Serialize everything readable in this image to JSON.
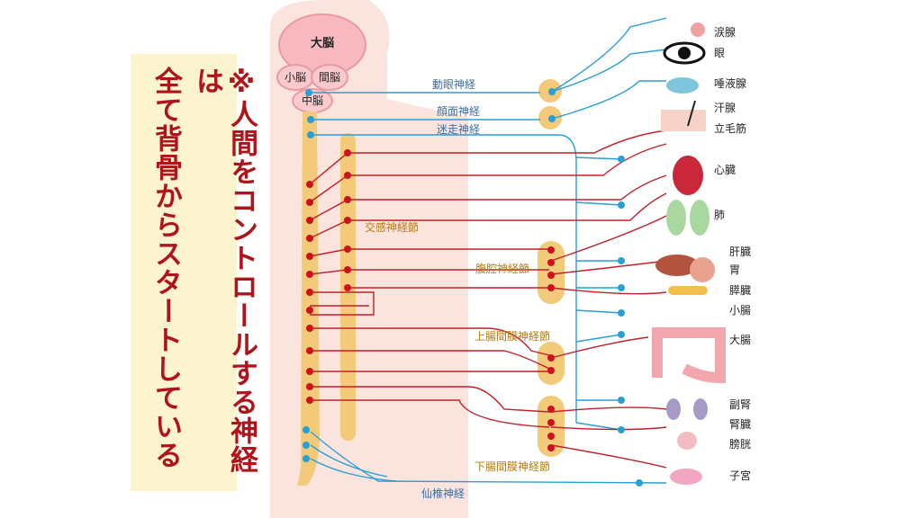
{
  "caption": {
    "line1": "※人間をコントロールする神経は",
    "line2": "全て背骨からスタートしている"
  },
  "brain": {
    "cerebrum": "大脳",
    "cerebellum": "小脳",
    "diencephalon": "間脳",
    "midbrain": "中脳"
  },
  "nerves": {
    "oculomotor": "動眼神経",
    "facial": "顔面神経",
    "vagus": "迷走神経",
    "sacral": "仙椎神経"
  },
  "ganglia": {
    "sympathetic": "交感神経節",
    "celiac": "腹腔神経節",
    "superior_mesenteric": "上腸間膜神経節",
    "inferior_mesenteric": "下腸間膜神経節"
  },
  "organs": {
    "lacrimal": "涙腺",
    "eye": "眼",
    "salivary": "唾液腺",
    "sweat": "汗腺",
    "arrector": "立毛筋",
    "heart": "心臓",
    "lung": "肺",
    "liver": "肝臓",
    "stomach": "胃",
    "pancreas": "膵臓",
    "small_intestine": "小腸",
    "large_intestine": "大腸",
    "adrenal": "副腎",
    "kidney": "腎臓",
    "bladder": "膀胱",
    "uterus": "子宮"
  },
  "colors": {
    "caption_bg": "#fbf4cf",
    "caption_text": "#b0141b",
    "parasympathetic": "#2a9fd6",
    "sympathetic": "#c0202a",
    "ganglion": "#f0c860",
    "body": "#f9ddd6"
  }
}
